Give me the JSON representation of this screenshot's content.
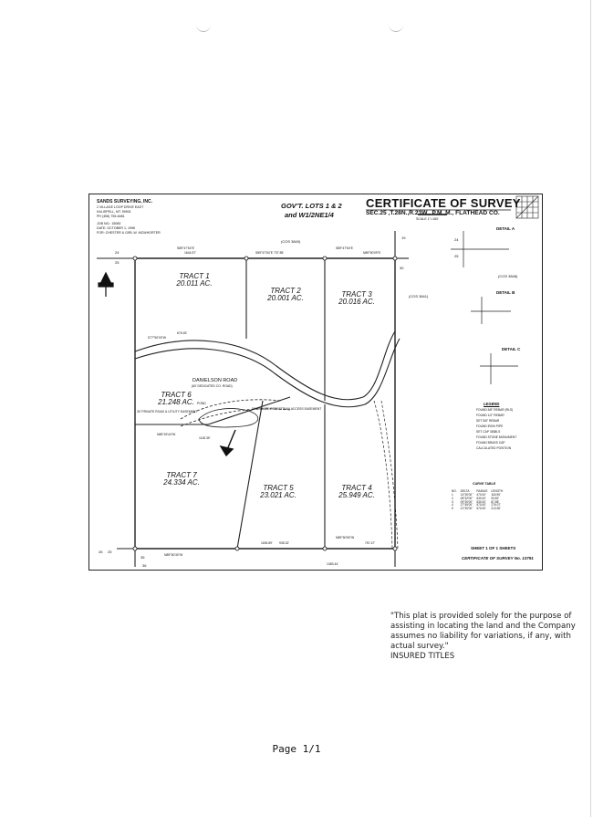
{
  "plat": {
    "firm": "SANDS SURVEYING, INC.",
    "firm_lines": [
      "2 VILLAGE LOOP DRIVE EAST",
      "KALISPELL, MT. 59901",
      "PH (406) 755-6481",
      "JOB NO.: 15060",
      "DATE: OCTOBER 1, 1996",
      "FOR: CHESTER & GIRL W. MCWHORTER"
    ],
    "lots_line1": "GOV'T. LOTS 1 & 2",
    "lots_line2": "and W1/2NE1/4",
    "title": "CERTIFICATE OF SURVEY",
    "section": "SEC.25 ,T.28N.,R.23W., P.M.,M., FLATHEAD CO.",
    "scale": "SCALE 1\"=160'",
    "tracts": [
      {
        "name": "TRACT 1",
        "acres": "20.011 AC."
      },
      {
        "name": "TRACT 2",
        "acres": "20.001 AC."
      },
      {
        "name": "TRACT 3",
        "acres": "20.016 AC."
      },
      {
        "name": "TRACT 4",
        "acres": "25.949 AC."
      },
      {
        "name": "TRACT 5",
        "acres": "23.021 AC."
      },
      {
        "name": "TRACT 6",
        "acres": "21.248 AC."
      },
      {
        "name": "TRACT 7",
        "acres": "24.334 AC."
      }
    ],
    "road": "DANIELSON ROAD",
    "road_sub": "(60' DEDICATED CO. ROAD)",
    "cos_refs": [
      "(COS 3840)",
      "(COS 3841)",
      "(COS 3848)"
    ],
    "bearings": [
      "S89°47'54\"E",
      "1644.57'",
      "S89°47'54\"E 737.85'",
      "S89°47'54\"E",
      "N89°50'09\"E",
      "N89°50'50\"W",
      "1155.89'",
      "935.32'",
      "757.47'",
      "S77°50'00\"W",
      "675.45'",
      "N85°49'44\"W",
      "1118.35'",
      "N89°50'30\"W",
      "1383.44'"
    ],
    "corners": [
      "24",
      "25",
      "19",
      "30",
      "26",
      "25",
      "35",
      "36",
      "24",
      "25"
    ],
    "details": [
      "DETAIL A",
      "DETAIL B",
      "DETAIL C"
    ],
    "easements": [
      "30' PRIVATE ROAD & UTILITY EASEMENT",
      "50' PRIVATE PEDESTRIAN ACCESS EASEMENT"
    ],
    "pond": "POND",
    "legend_title": "LEGEND",
    "legend_items": [
      "FOUND 5/8\" REBAR (RLS)",
      "FOUND 1/2\" REBAR",
      "SET 5/8\" REBAR",
      "FOUND IRON PIPE",
      "SET CAP 3838LS",
      "FOUND STONE MONUMENT",
      "FOUND BRASS CAP",
      "CALCULATED POSITION"
    ],
    "curve_title": "CURVE TABLE",
    "curve_headers": [
      "NO.",
      "DELTA",
      "RADIUS",
      "LENGTH"
    ],
    "curves": [
      [
        "1",
        "14°30'00\"",
        "470.00'",
        "118.95'"
      ],
      [
        "2",
        "08°32'00\"",
        "630.00'",
        "93.82'"
      ],
      [
        "3",
        "09°30'00\"",
        "530.00'",
        "87.88'"
      ],
      [
        "4",
        "27°45'00\"",
        "570.00'",
        "276.07'"
      ],
      [
        "5",
        "21°30'00\"",
        "570.00'",
        "213.90'"
      ]
    ],
    "sheet": "SHEET 1 OF 1 SHEETS",
    "cos_no": "CERTIFICATE OF SURVEY No. 13791"
  },
  "note": "\"This plat is provided solely for the purpose of assisting in locating the land and the Company assumes no liability for variations, if any, with actual survey.\"",
  "note_signoff": "INSURED TITLES",
  "page_label": "Page 1/1"
}
